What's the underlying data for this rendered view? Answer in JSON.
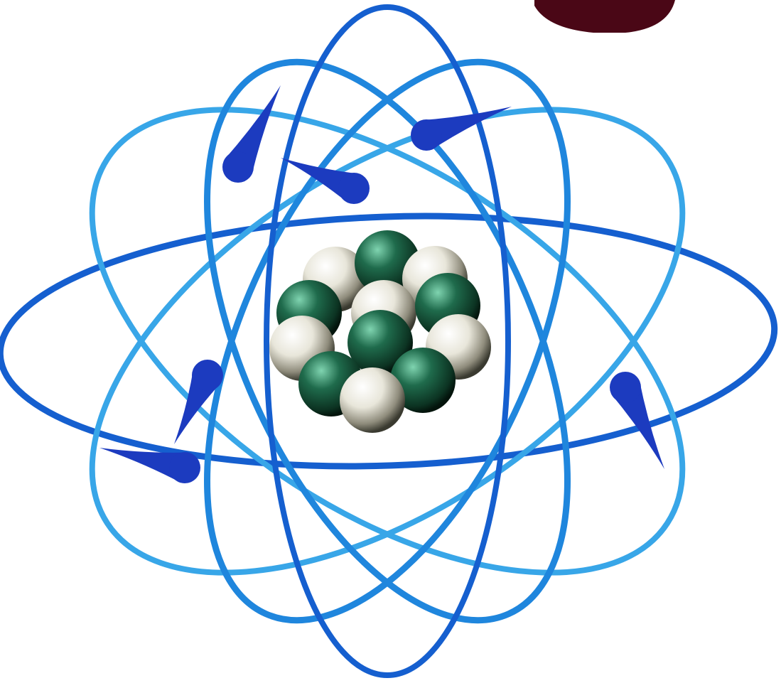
{
  "diagram": {
    "type": "atom-model",
    "description_free": true,
    "colors": {
      "background": "#ffffff",
      "orbit_light": "#38a6e8",
      "orbit_mid": "#1f86dd",
      "orbit_dark": "#155fcf",
      "electron": "#1c3bbf",
      "neutron": "#e8e6da",
      "proton": "#1f6b4c",
      "corner_shape": "#4a0716"
    },
    "orbit_count": 6,
    "electron_count": 6,
    "nucleus": {
      "particles": [
        {
          "kind": "neutron"
        },
        {
          "kind": "proton"
        },
        {
          "kind": "neutron"
        },
        {
          "kind": "proton"
        },
        {
          "kind": "neutron"
        },
        {
          "kind": "proton"
        },
        {
          "kind": "neutron"
        },
        {
          "kind": "proton"
        },
        {
          "kind": "neutron"
        },
        {
          "kind": "proton"
        },
        {
          "kind": "proton"
        },
        {
          "kind": "neutron"
        }
      ]
    }
  }
}
